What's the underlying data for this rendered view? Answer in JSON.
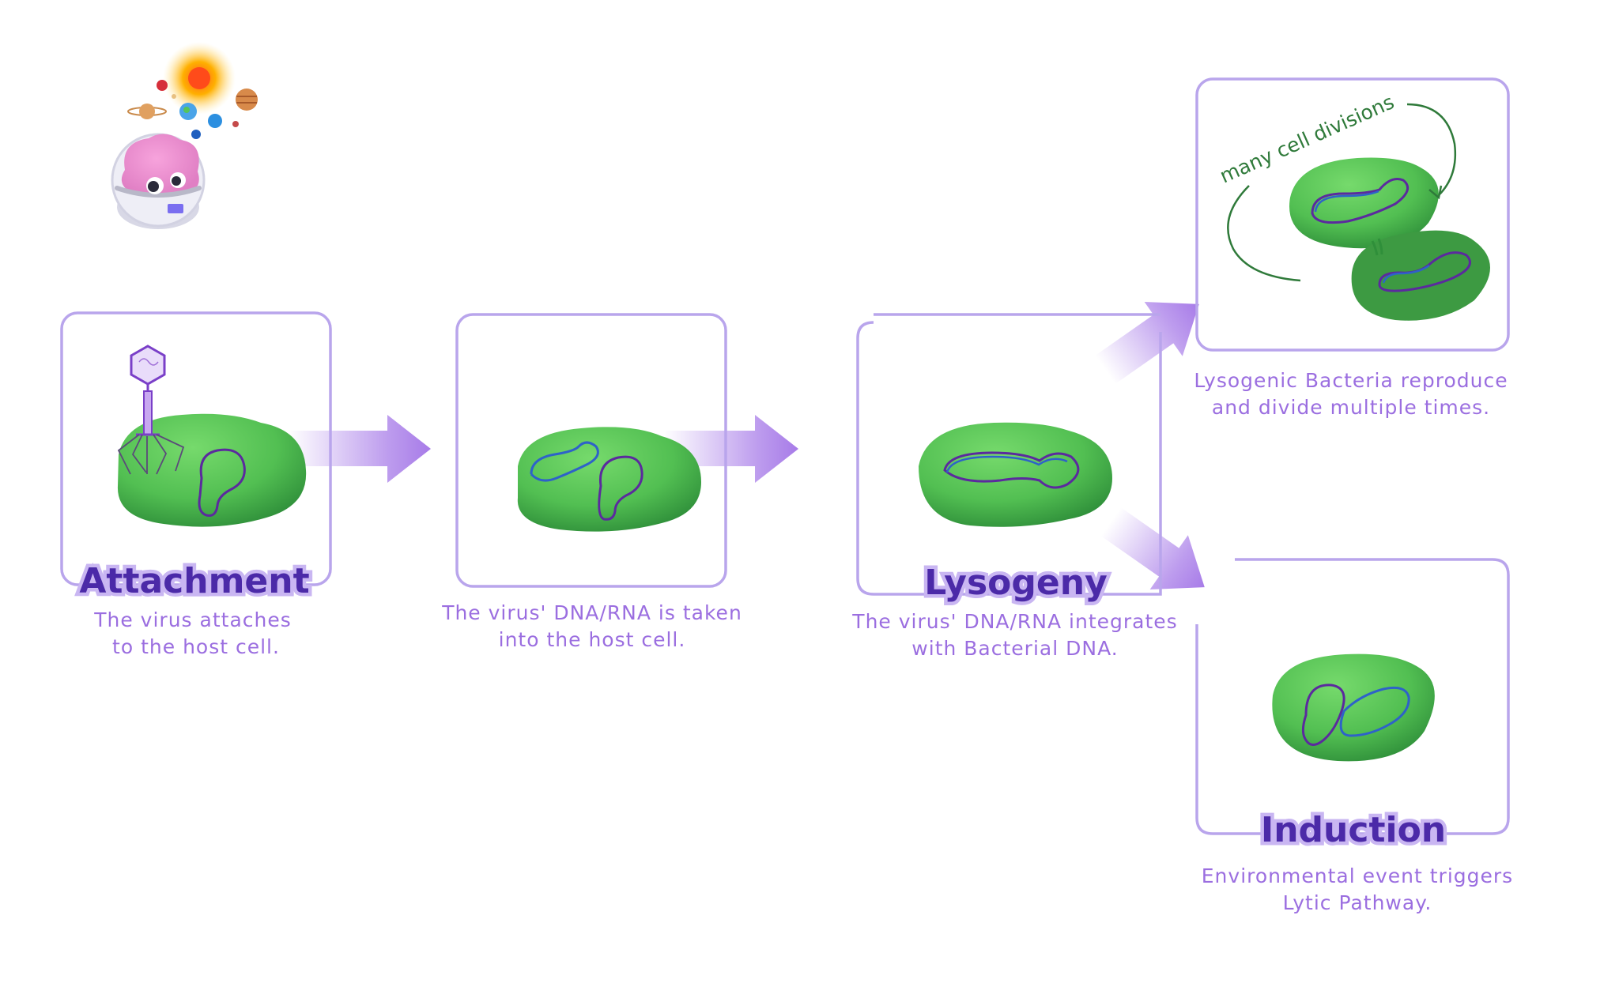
{
  "colors": {
    "frame": "#b9a5ec",
    "arrow": "#a77be8",
    "cell": "#5bc75a",
    "cell_dark": "#2f8f3a",
    "dna_host": "#5b2a9e",
    "dna_virus": "#2e62c9",
    "title": "#4b2aa8",
    "caption": "#9b6ee0",
    "annotation": "#2f7a3a"
  },
  "stages": {
    "attachment": {
      "title": "Attachment",
      "caption": [
        "The virus attaches",
        "to the host cell."
      ]
    },
    "entry": {
      "caption": [
        "The virus' DNA/RNA is taken",
        "into the host cell."
      ]
    },
    "lysogeny": {
      "title": "Lysogeny",
      "caption": [
        "The virus' DNA/RNA integrates",
        "with Bacterial DNA."
      ]
    },
    "reproduction": {
      "annotation": "many cell divisions",
      "caption": [
        "Lysogenic Bacteria reproduce",
        "and divide multiple times."
      ]
    },
    "induction": {
      "title": "Induction",
      "caption": [
        "Environmental event triggers",
        "Lytic Pathway."
      ]
    }
  },
  "icons": {
    "mascot": "astronaut-blob-icon",
    "solar_system": "solar-system-icon",
    "phage": "bacteriophage-icon"
  }
}
